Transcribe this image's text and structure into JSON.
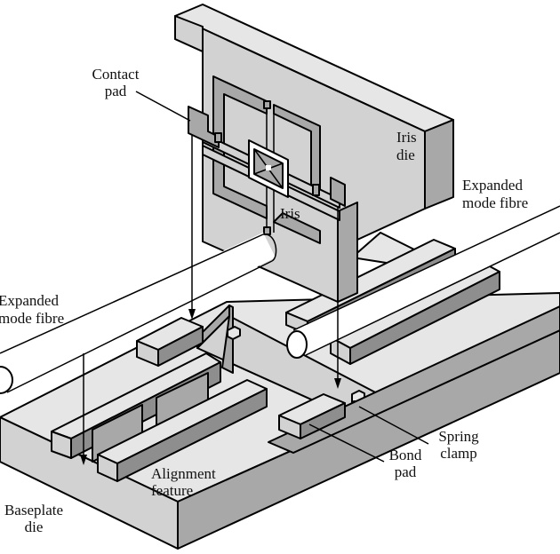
{
  "figure": {
    "title": "Iris die assembly on baseplate die with expanded mode fibres",
    "colors": {
      "background": "#ffffff",
      "top_face": "#e6e6e6",
      "front_face": "#d2d2d2",
      "side_face": "#a8a8a8",
      "dark_face": "#8e8e8e",
      "outline": "#000000"
    }
  },
  "labels": {
    "contact_pad": [
      "Contact",
      "pad"
    ],
    "iris_die": [
      "Iris",
      "die"
    ],
    "iris": "Iris",
    "fibre_right": [
      "Expanded",
      "mode fibre"
    ],
    "fibre_left": [
      "Expanded",
      "mode fibre"
    ],
    "alignment_feature": [
      "Alignment",
      "feature"
    ],
    "baseplate_die": [
      "Baseplate",
      "die"
    ],
    "bond_pad": [
      "Bond",
      "pad"
    ],
    "spring_clamp": [
      "Spring",
      "clamp"
    ]
  }
}
